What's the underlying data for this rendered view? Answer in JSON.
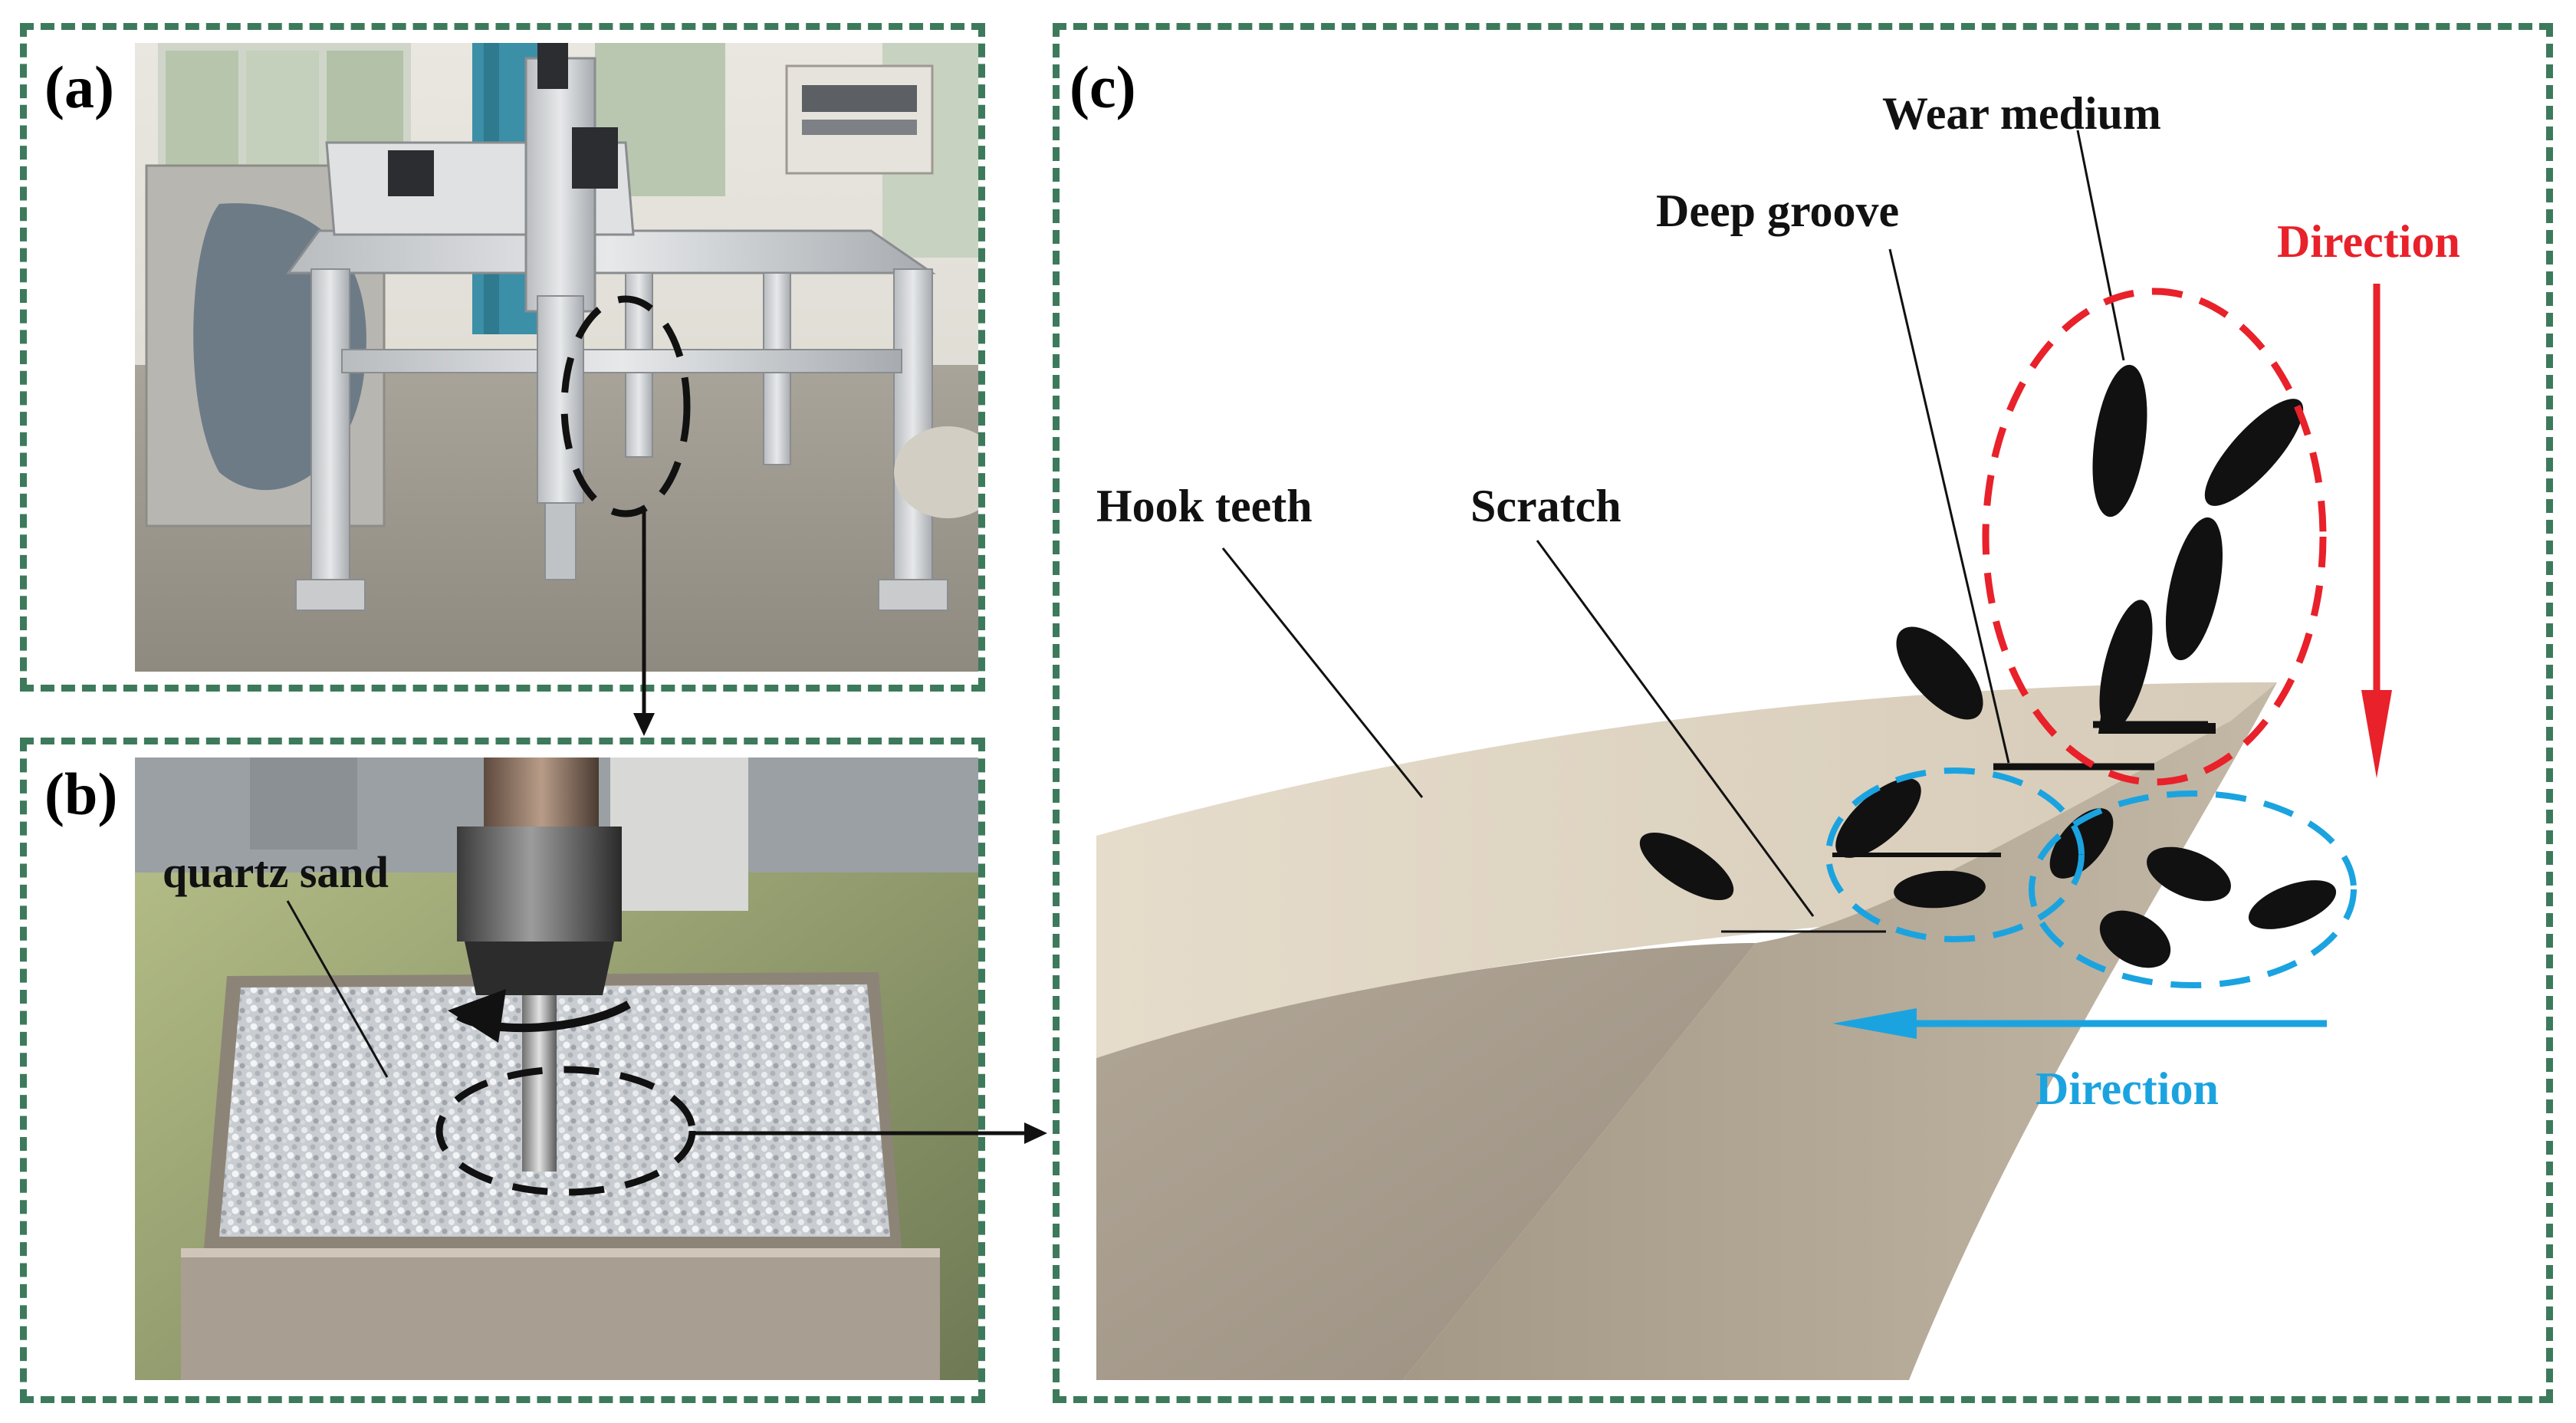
{
  "panels": {
    "a": {
      "label": "(a)"
    },
    "b": {
      "label": "(b)",
      "annotation": "quartz sand"
    },
    "c": {
      "label": "(c)",
      "labels": {
        "wear_medium": "Wear medium",
        "deep_groove": "Deep groove",
        "hook_teeth": "Hook teeth",
        "scratch": "Scratch",
        "direction_red": "Direction",
        "direction_blue": "Direction"
      }
    }
  },
  "colors": {
    "frame": "#3d7a5c",
    "red_accent": "#e8212a",
    "blue_accent": "#1ba3e0"
  }
}
